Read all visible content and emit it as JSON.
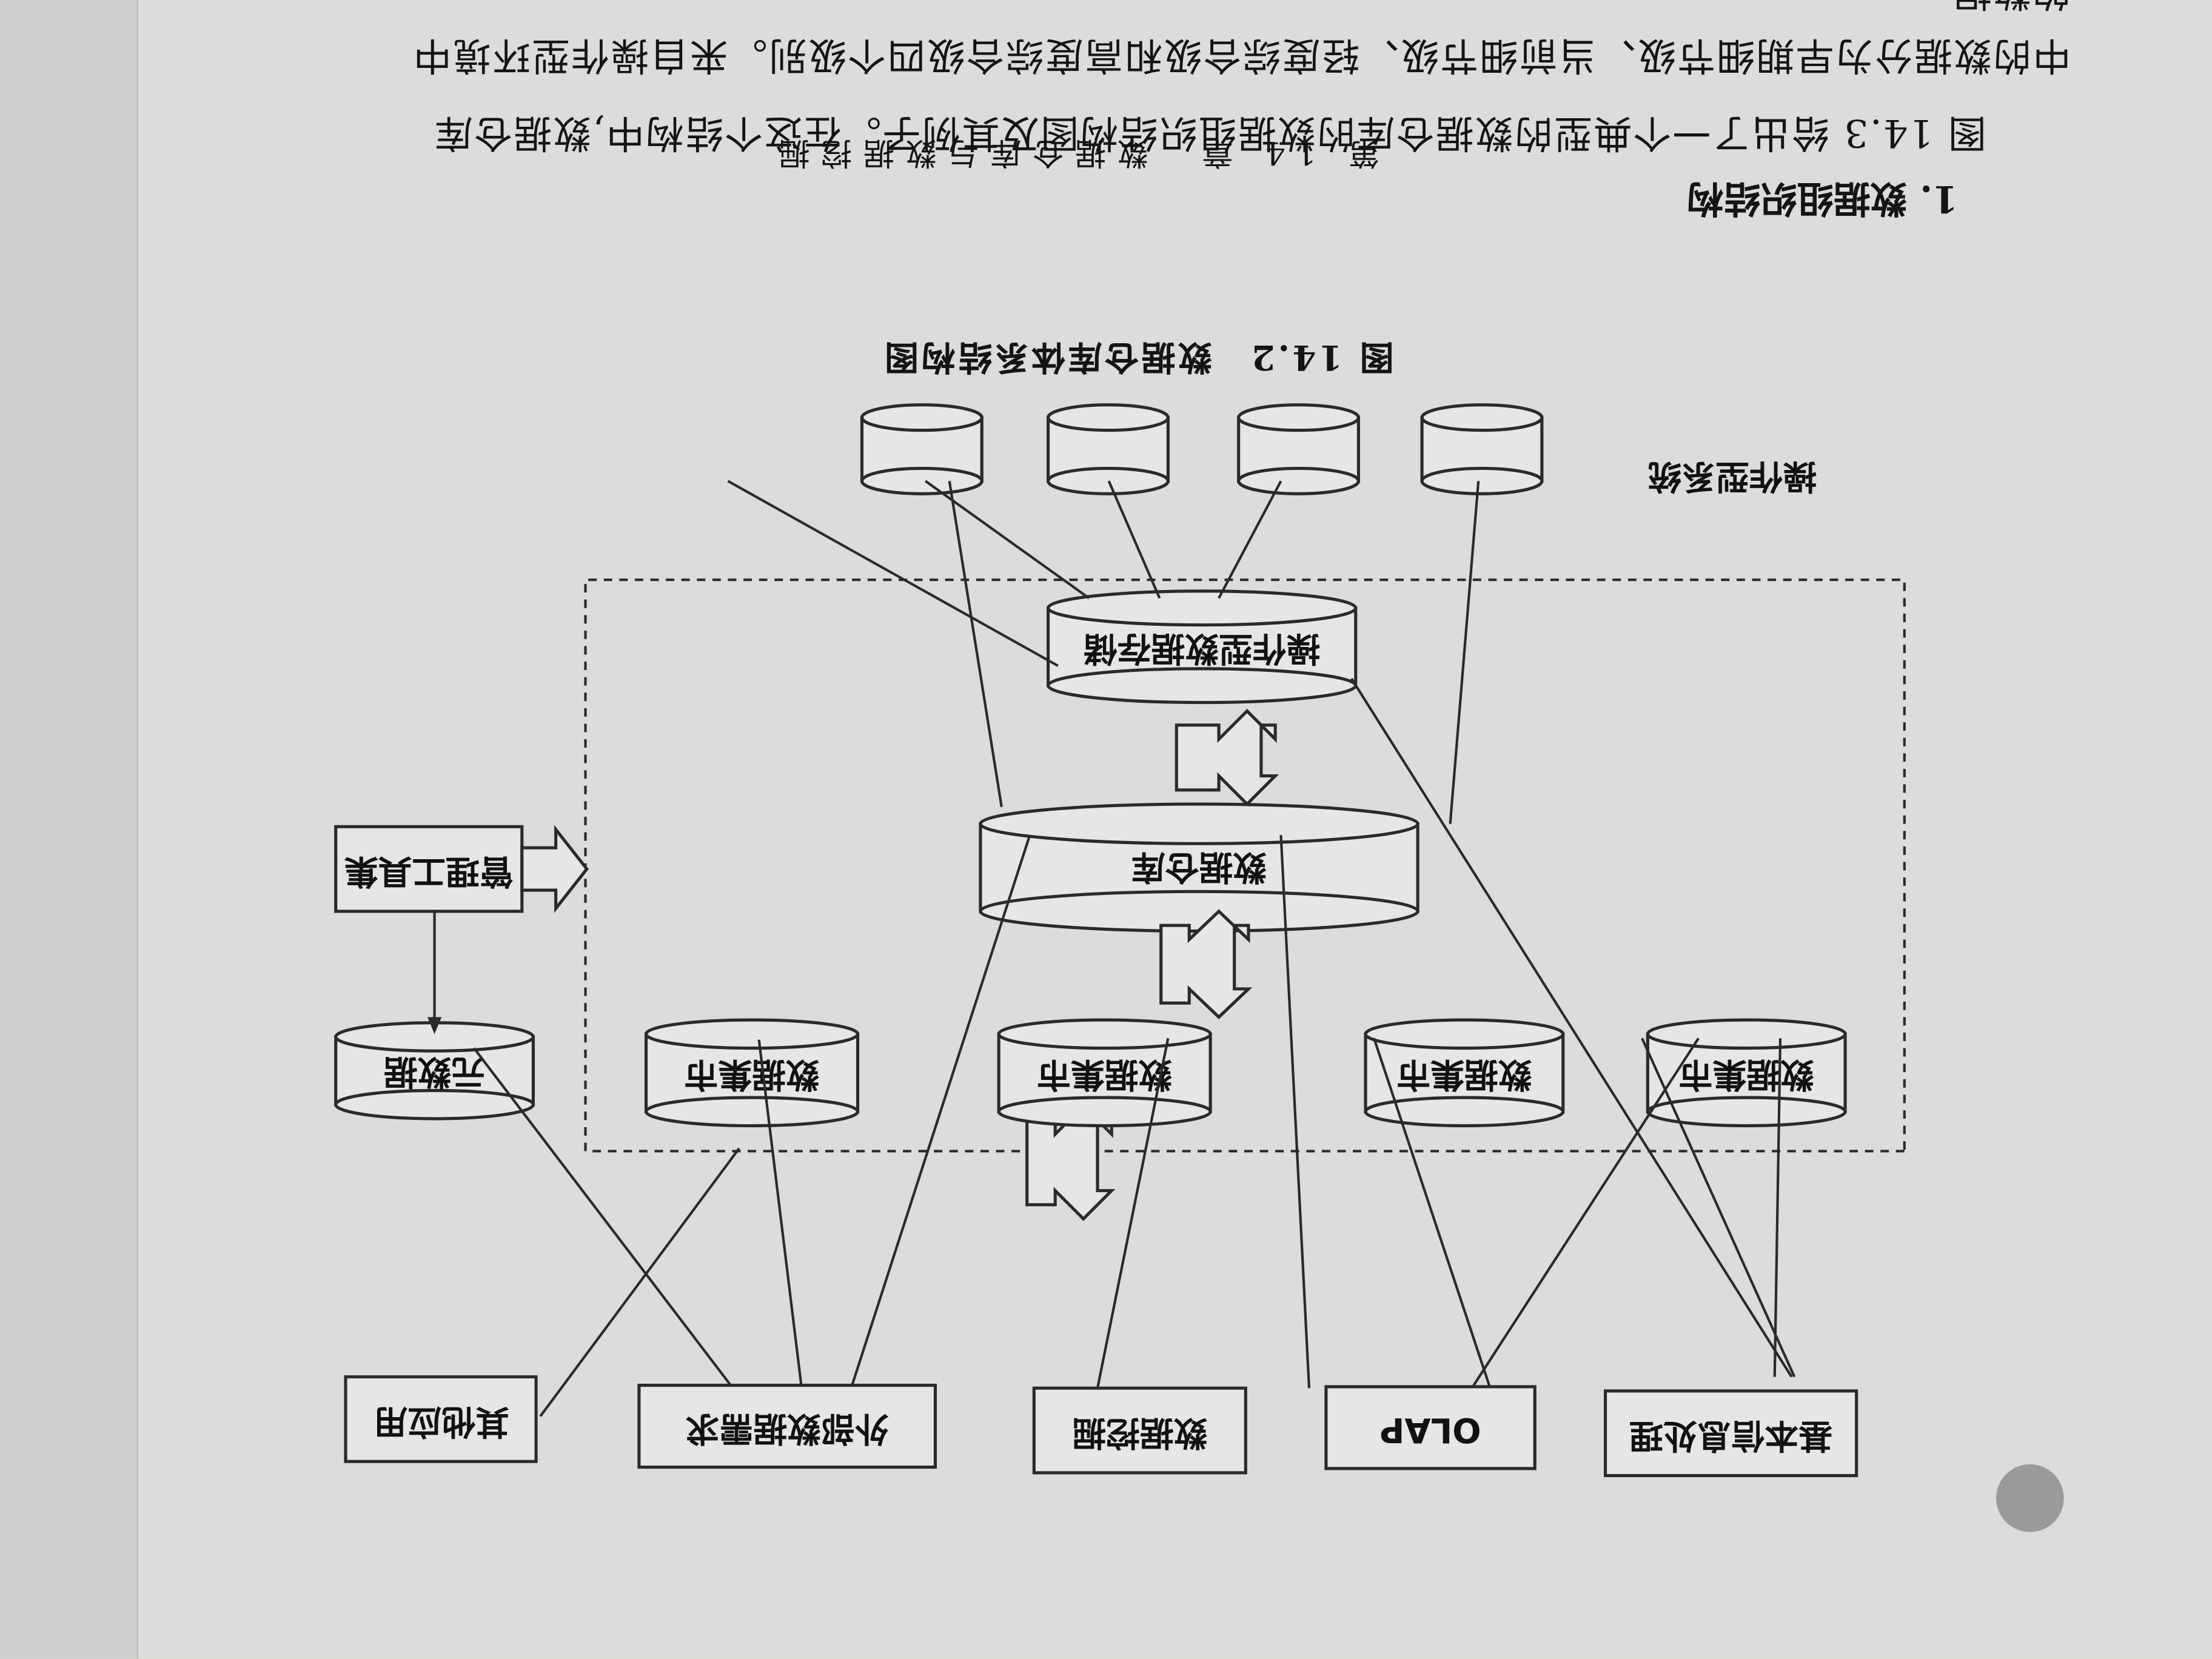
{
  "page": {
    "running_header": "第 14 章　数据仓库与数据挖掘",
    "section_heading": "1. 数据组织结构",
    "paragraph_lines": [
      "图 14.3 给出了一个典型的数据仓库的数据组织结构图及其例子。在这个结构中,数据仓库",
      "中的数据分为早期细节级、当前细节级、轻度综合级和高度综合级四个级别。来自操作型环境中",
      "的数据"
    ],
    "figure_caption": "图 14.2　数据仓库体系结构图"
  },
  "diagram": {
    "source_group_label": "操作型系统",
    "ods_label": "操作型数据存储",
    "dw_label": "数据仓库",
    "mgmt_tools_label": "管理工具集",
    "metadata_label": "元数据",
    "datamart_labels": [
      "数据集市",
      "数据集市",
      "数据集市",
      "数据集市"
    ],
    "app_labels": [
      "基本信息处理",
      "OLAP",
      "数据挖掘",
      "外部数据需求",
      "其他应用"
    ]
  }
}
